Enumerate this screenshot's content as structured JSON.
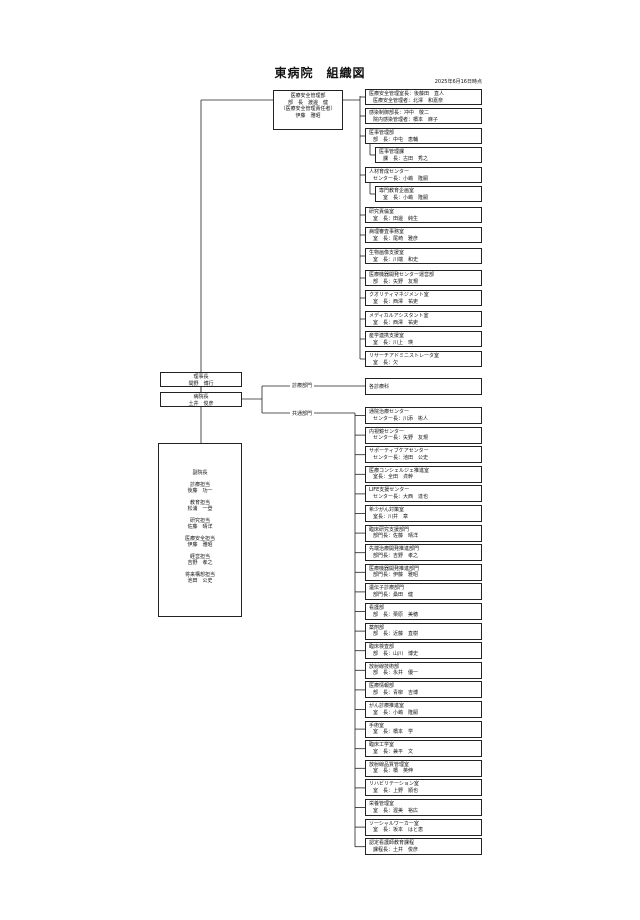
{
  "header": {
    "title": "東病院　組織図",
    "date": "2025年6月16日時点"
  },
  "safety_head": [
    "医療安全管理部",
    "部　長　渡邊　健",
    "（医療安全管理責任者）",
    "伊藤　雅昭"
  ],
  "upper_units": [
    [
      "医療安全管理室長：後藤田　直人",
      "医療安全管理者：北澤　和嘉奈"
    ],
    [
      "感染制御部長：冲中　敬二",
      "院内感染管理者：橋本　麻子"
    ],
    [
      "医事管理部",
      "部　長：中屯　恵輔"
    ],
    [
      "医事管理課",
      "課　長：古田　秀之"
    ],
    [
      "人材育成センター",
      "センター長：小嶋　隆嗣"
    ],
    [
      "専門教育企画室",
      "室　長：小嶋　隆嗣"
    ],
    [
      "研究責倫室",
      "室　長：田邊　純生"
    ],
    [
      "病理審査事務室",
      "室　長：尾崎　雅彦"
    ],
    [
      "生物画像支援室",
      "室　長：川端　和史"
    ],
    [
      "医療機器開発センター運営部",
      "部　長：矢野　友規"
    ],
    [
      "クオリティマネジメント室",
      "室　長：西澤　祐吏"
    ],
    [
      "メディカルアシスタント室",
      "室　長：西澤　祐吏"
    ],
    [
      "産学連携支援室",
      "室　長：川上　瑛"
    ],
    [
      "リサーチアドミニストレータ室",
      "室　長：欠"
    ]
  ],
  "leaders": {
    "board": [
      "理事長",
      "間野　博行"
    ],
    "director": [
      "病院長",
      "土井　俊彦"
    ],
    "clinical": "診療部門",
    "common": "共通部門",
    "depts": "各診療科"
  },
  "vice": {
    "title": "副院長",
    "groups": [
      [
        "診療担当",
        "後藤　功一"
      ],
      [
        "教育担当",
        "松浦　一登"
      ],
      [
        "研究担当",
        "佐藤　晴洋"
      ],
      [
        "医療安全担当",
        "伊藤　雅昭"
      ],
      [
        "経営担当",
        "吉野　孝之"
      ],
      [
        "将来構想担当",
        "池田　公史"
      ]
    ]
  },
  "common_units": [
    [
      "通院治療センター",
      "センター長：川添　彬人"
    ],
    [
      "内視鏡センター",
      "センター長：矢野　友規"
    ],
    [
      "サポーティブケアセンター",
      "センター長：池田　公史"
    ],
    [
      "医療コンシェルジェ推進室",
      "室長：全田　貞幹"
    ],
    [
      "LIFE支援センター",
      "センター長：大西　達也"
    ],
    [
      "希少がん対策室",
      "室長：川井　章"
    ],
    [
      "臨床研究支援部門",
      "部門長：佐藤　晴洋"
    ],
    [
      "先端治療開発推進部門",
      "部門長：吉野　孝之"
    ],
    [
      "医療機器開発推進部門",
      "部門長：伊藤　雅昭"
    ],
    [
      "遺伝子診療部門",
      "部門長：桑田　健"
    ],
    [
      "看護部",
      "部　長：栗原　美穂"
    ],
    [
      "薬剤部",
      "部　長：近藤　直樹"
    ],
    [
      "臨床検査部",
      "部　長：山川　博史"
    ],
    [
      "放射線技術部",
      "部　長：永井　優一"
    ],
    [
      "医療情報部",
      "部　長：青柳　吉博"
    ],
    [
      "がん診療推進室",
      "室　長：小嶋　隆嗣"
    ],
    [
      "手術室",
      "室　長：橋本　学"
    ],
    [
      "臨床工学室",
      "室　長：兼平　文"
    ],
    [
      "放射線品質管理室",
      "室　長：橋　英伸"
    ],
    [
      "リハビリテーション室",
      "室　長：上野　順也"
    ],
    [
      "栄養管理室",
      "室　長：渥美　裕広"
    ],
    [
      "ソーシャルワーカー室",
      "室　長：坂本　はと恵"
    ],
    [
      "認定看護師教育課程",
      "課程長：土井　俊彦"
    ]
  ]
}
